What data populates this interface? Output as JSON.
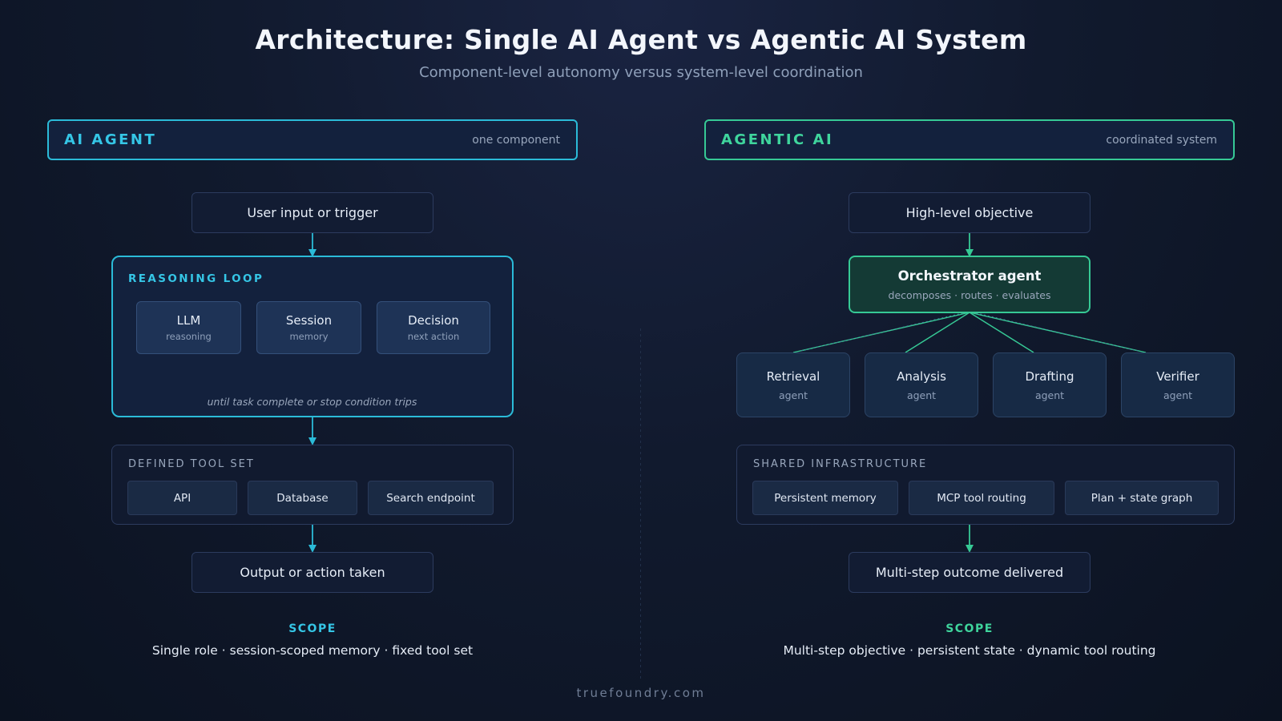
{
  "page": {
    "title": "Architecture: Single AI Agent vs Agentic AI System",
    "subtitle": "Component-level autonomy versus system-level coordination",
    "footer": "truefoundry.com"
  },
  "colors": {
    "accent_cyan": "#2bbbd8",
    "accent_green": "#36c995",
    "background": "#0f172a"
  },
  "left": {
    "header_name": "AI AGENT",
    "header_tag": "one component",
    "input": "User input or trigger",
    "loop": {
      "label": "REASONING LOOP",
      "items": [
        {
          "main": "LLM",
          "sub": "reasoning"
        },
        {
          "main": "Session",
          "sub": "memory"
        },
        {
          "main": "Decision",
          "sub": "next action"
        }
      ],
      "note": "until task complete or stop condition trips"
    },
    "toolset": {
      "label": "DEFINED TOOL SET",
      "items": [
        "API",
        "Database",
        "Search endpoint"
      ]
    },
    "output": "Output or action taken",
    "scope_label": "SCOPE",
    "scope_text": "Single role · session-scoped memory · fixed tool set"
  },
  "right": {
    "header_name": "AGENTIC AI",
    "header_tag": "coordinated system",
    "input": "High-level objective",
    "orchestrator": {
      "title": "Orchestrator agent",
      "sub": "decomposes · routes · evaluates"
    },
    "agents": [
      {
        "main": "Retrieval",
        "sub": "agent"
      },
      {
        "main": "Analysis",
        "sub": "agent"
      },
      {
        "main": "Drafting",
        "sub": "agent"
      },
      {
        "main": "Verifier",
        "sub": "agent"
      }
    ],
    "infra": {
      "label": "SHARED INFRASTRUCTURE",
      "items": [
        "Persistent memory",
        "MCP tool routing",
        "Plan + state graph"
      ]
    },
    "output": "Multi-step outcome delivered",
    "scope_label": "SCOPE",
    "scope_text": "Multi-step objective · persistent state · dynamic tool routing"
  }
}
